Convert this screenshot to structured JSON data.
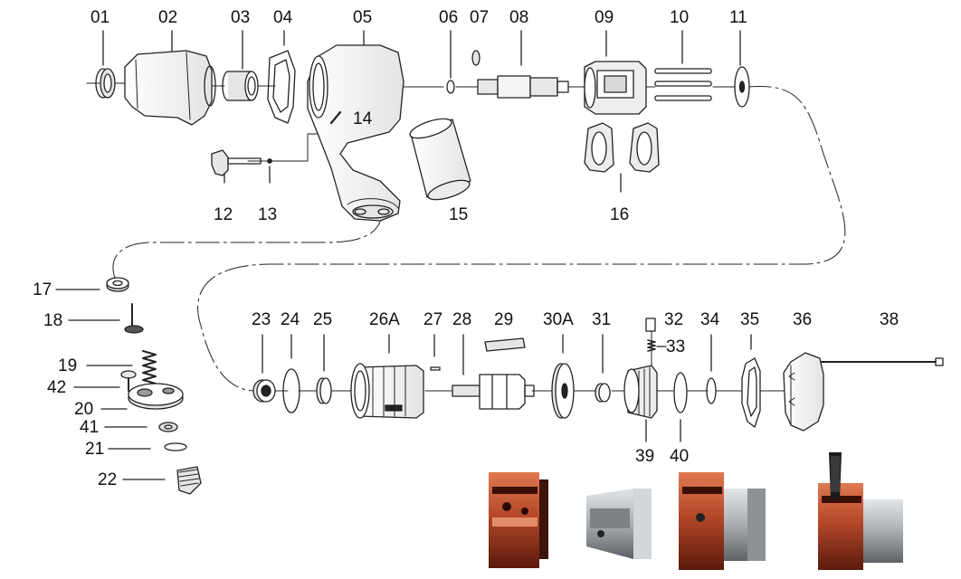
{
  "diagram": {
    "part_labels": [
      "01",
      "02",
      "03",
      "04",
      "05",
      "06",
      "07",
      "08",
      "09",
      "10",
      "11",
      "12",
      "13",
      "14",
      "15",
      "16",
      "17",
      "18",
      "19",
      "42",
      "20",
      "41",
      "21",
      "22",
      "23",
      "24",
      "25",
      "26A",
      "27",
      "28",
      "29",
      "30A",
      "31",
      "32",
      "33",
      "34",
      "35",
      "36",
      "38",
      "39",
      "40"
    ],
    "colors": {
      "line": "#222222",
      "part_fill": "#ffffff",
      "part_shade": "#d9d9d9",
      "copper": "#b5482a",
      "copper_dark": "#6e2414",
      "steel": "#b8bcc0",
      "steel_dark": "#6d7276"
    },
    "photos": [
      {
        "name": "anvil-ring-photo"
      },
      {
        "name": "anvil-square-drive-photo"
      },
      {
        "name": "ring-on-anvil-photo"
      },
      {
        "name": "ring-install-tool-photo"
      }
    ]
  }
}
